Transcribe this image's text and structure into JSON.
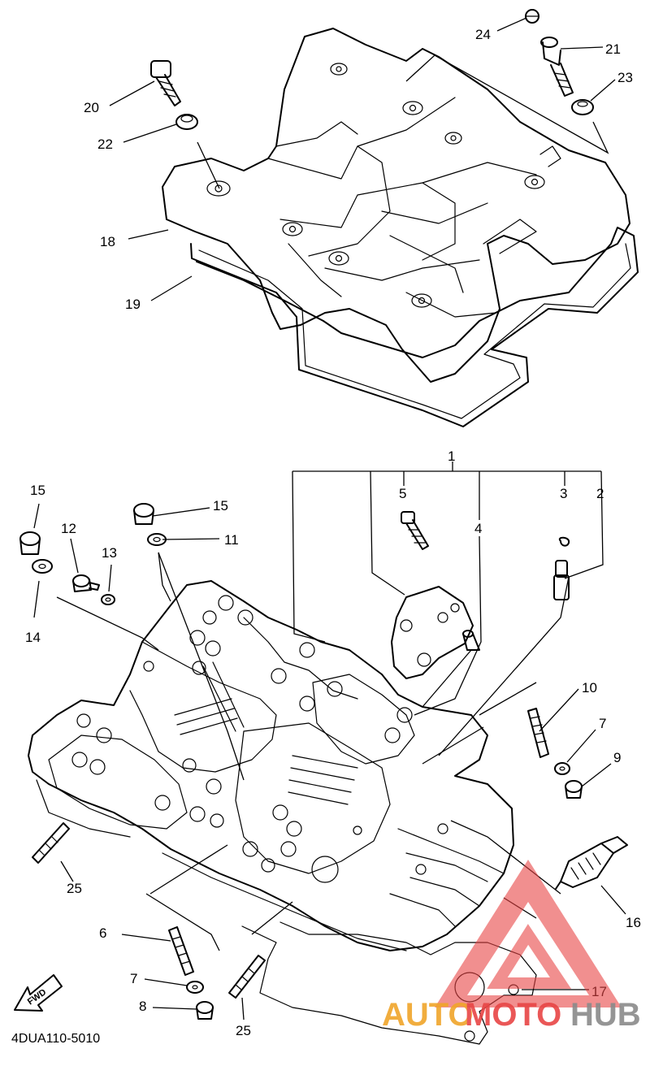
{
  "diagram": {
    "part_code": "4DUA110-5010",
    "direction_arrow": "FWD",
    "callouts": [
      "1",
      "2",
      "3",
      "4",
      "5",
      "6",
      "7",
      "7",
      "8",
      "9",
      "10",
      "11",
      "12",
      "13",
      "14",
      "15",
      "15",
      "16",
      "17",
      "18",
      "19",
      "20",
      "21",
      "22",
      "23",
      "24",
      "25",
      "25"
    ],
    "icons": [
      "fwd-arrow-icon",
      "watermark-logo-icon"
    ]
  },
  "watermark": {
    "part1": "AUTO",
    "part2": "MOTO",
    "part3": "HUB",
    "colors": {
      "auto": "#f0a52a",
      "moto": "#e84545",
      "hub": "#8a8a8a",
      "triangle": "#e84545"
    }
  }
}
